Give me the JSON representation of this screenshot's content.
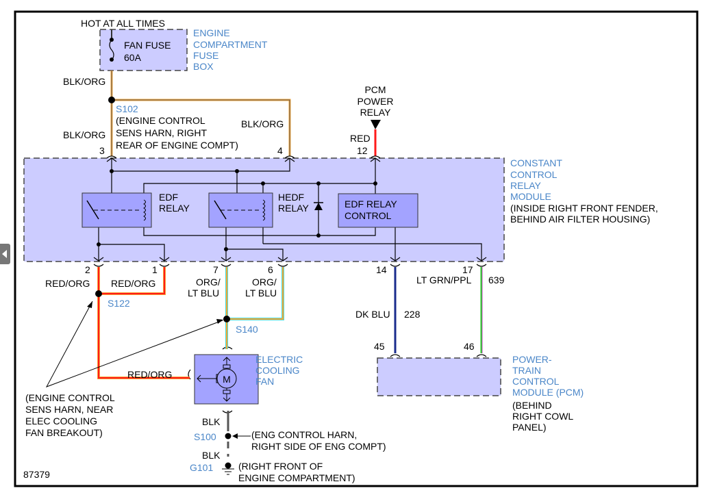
{
  "diagram_id": "87379",
  "power_source": "HOT AT ALL TIMES",
  "fuse": {
    "name": "FAN FUSE",
    "rating": "60A"
  },
  "fuse_box": [
    "ENGINE",
    "COMPARTMENT",
    "FUSE",
    "BOX"
  ],
  "splices": {
    "s102": {
      "id": "S102",
      "desc": [
        "(ENGINE CONTROL",
        "SENS HARN, RIGHT",
        "REAR OF ENGINE COMPT)"
      ]
    },
    "s122": {
      "id": "S122"
    },
    "s140": {
      "id": "S140"
    },
    "s100": {
      "id": "S100",
      "desc": [
        "(ENG CONTROL HARN,",
        "RIGHT SIDE OF ENG COMPT)"
      ]
    },
    "shared_desc": [
      "(ENGINE CONTROL",
      "SENS HARN, NEAR",
      "ELEC COOLING",
      "FAN BREAKOUT)"
    ]
  },
  "ground": {
    "id": "G101",
    "desc": [
      "(RIGHT FRONT OF",
      "ENGINE COMPARTMENT)"
    ]
  },
  "pcm_relay": [
    "PCM",
    "POWER",
    "RELAY"
  ],
  "module": {
    "name": [
      "CONSTANT",
      "CONTROL",
      "RELAY",
      "MODULE"
    ],
    "location": [
      "(INSIDE RIGHT FRONT FENDER,",
      "BEHIND AIR FILTER HOUSING)"
    ],
    "edf_relay": [
      "EDF",
      "RELAY"
    ],
    "hedf_relay": [
      "HEDF",
      "RELAY"
    ],
    "control": [
      "EDF RELAY",
      "CONTROL"
    ]
  },
  "fan": [
    "ELECTRIC",
    "COOLING",
    "FAN"
  ],
  "fan_symbol": "M",
  "pcm": {
    "name": [
      "POWER-",
      "TRAIN",
      "CONTROL",
      "MODULE (PCM)"
    ],
    "location": [
      "(BEHIND",
      "RIGHT COWL",
      "PANEL)"
    ]
  },
  "pins": {
    "p3": "3",
    "p4": "4",
    "p12": "12",
    "p2": "2",
    "p1": "1",
    "p7": "7",
    "p6": "6",
    "p14": "14",
    "p17": "17",
    "p45": "45",
    "p46": "46"
  },
  "wires": {
    "blk_org": "BLK/ORG",
    "red": "RED",
    "red_org": "RED/ORG",
    "org_ltblu_1": "ORG/",
    "org_ltblu_2": "LT BLU",
    "dk_blu": "DK BLU",
    "dk_blu_circuit": "228",
    "lt_grn_ppl": "LT GRN/PPL",
    "lt_grn_ppl_circuit": "639",
    "blk": "BLK"
  },
  "colors": {
    "module_fill": "#ccccff",
    "component_fill": "#a3a3ff",
    "label_blue": "#4a86c8",
    "orange": "#f7a535",
    "red": "#ff1a1a",
    "dk_blu": "#1a2b8c",
    "lt_grn": "#22cc22",
    "lt_blu": "#44dddd"
  }
}
